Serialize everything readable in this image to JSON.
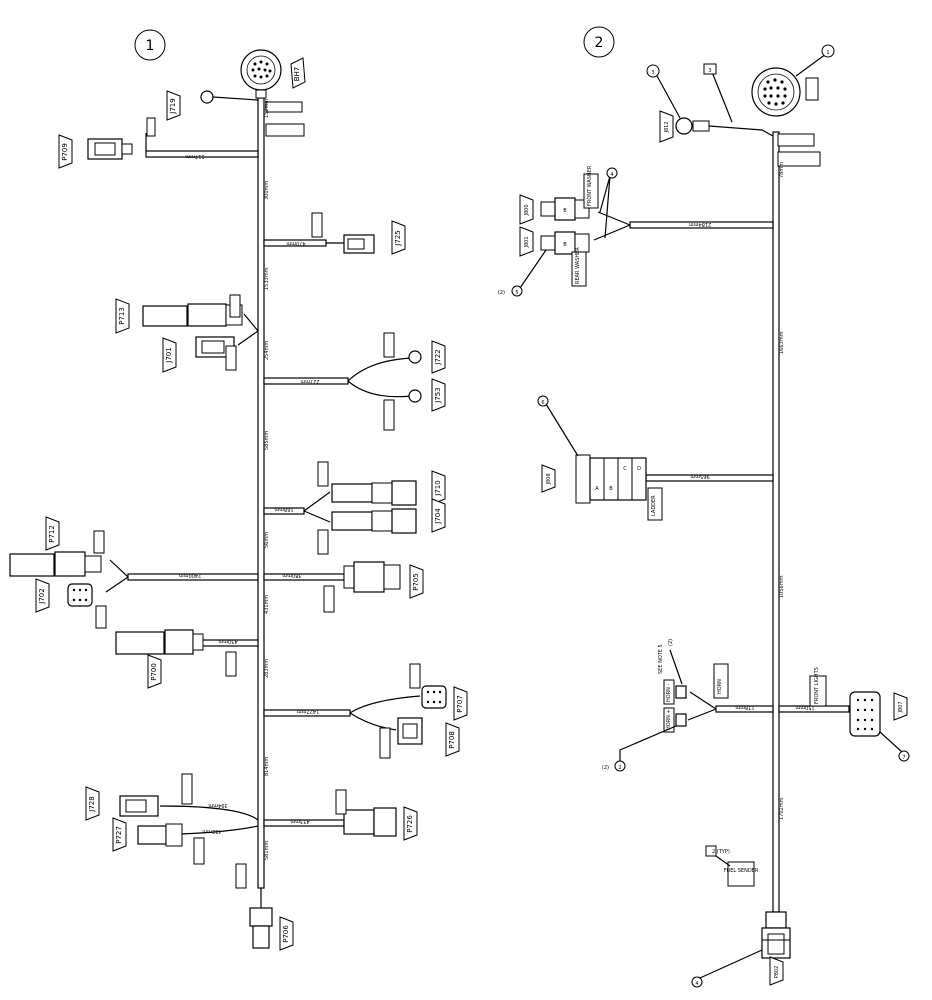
{
  "views": [
    {
      "number": "1"
    },
    {
      "number": "2"
    }
  ],
  "view1": {
    "trunk_label_bh7": "BH7",
    "connectors": {
      "J719": "J719",
      "P709": "P709",
      "J725": "J725",
      "P713": "P713",
      "J701": "J701",
      "J722": "J722",
      "J753": "J753",
      "J710": "J710",
      "J704": "J704",
      "P712": "P712",
      "J702": "J702",
      "P705": "P705",
      "P700": "P700",
      "P707": "P707",
      "P708": "P708",
      "J728": "J728",
      "P727": "P727",
      "P726": "P726",
      "P706": "P706"
    },
    "trunk_lengths": [
      "152mm",
      "300mm",
      "1533mm",
      "254mm",
      "585mm",
      "56mm",
      "431mm",
      "283mm",
      "814mm",
      "581mm"
    ],
    "branch_lengths": [
      "517mm",
      "470mm",
      "227mm",
      "168mm",
      "2400mm",
      "380mm",
      "430mm",
      "1427mm",
      "433mm",
      "394mm",
      "432mm"
    ]
  },
  "view2": {
    "connectors": {
      "J812": "J812",
      "J801": "J801",
      "J800": "J800",
      "J808": "J808",
      "J807": "J807",
      "P802": "P802"
    },
    "pins_abcd": [
      "A",
      "B",
      "C",
      "D"
    ],
    "lengths": [
      "78mm",
      "1663mm",
      "1056mm",
      "1702mm",
      "2184mm",
      "965mm",
      "178mm",
      "150mm"
    ],
    "labels": {
      "front_washer": "FRONT WASHER",
      "rear_washer": "REAR WASHER",
      "ladder": "LADDER",
      "horn": "HORN",
      "front_lights": "FRONT LIGHTS",
      "fuel_sender": "FUEL SENDER",
      "horn_minus": "HORN -",
      "horn_plus": "HORN +",
      "see_note": "SEE NOTE 5",
      "see_note_qty": "(2)"
    },
    "callouts": [
      "1",
      "3",
      "4",
      "5",
      "6",
      "7",
      "2",
      "4"
    ],
    "qty_2": "(2)",
    "typ": "2 (TYP)",
    "ref3": "3"
  }
}
